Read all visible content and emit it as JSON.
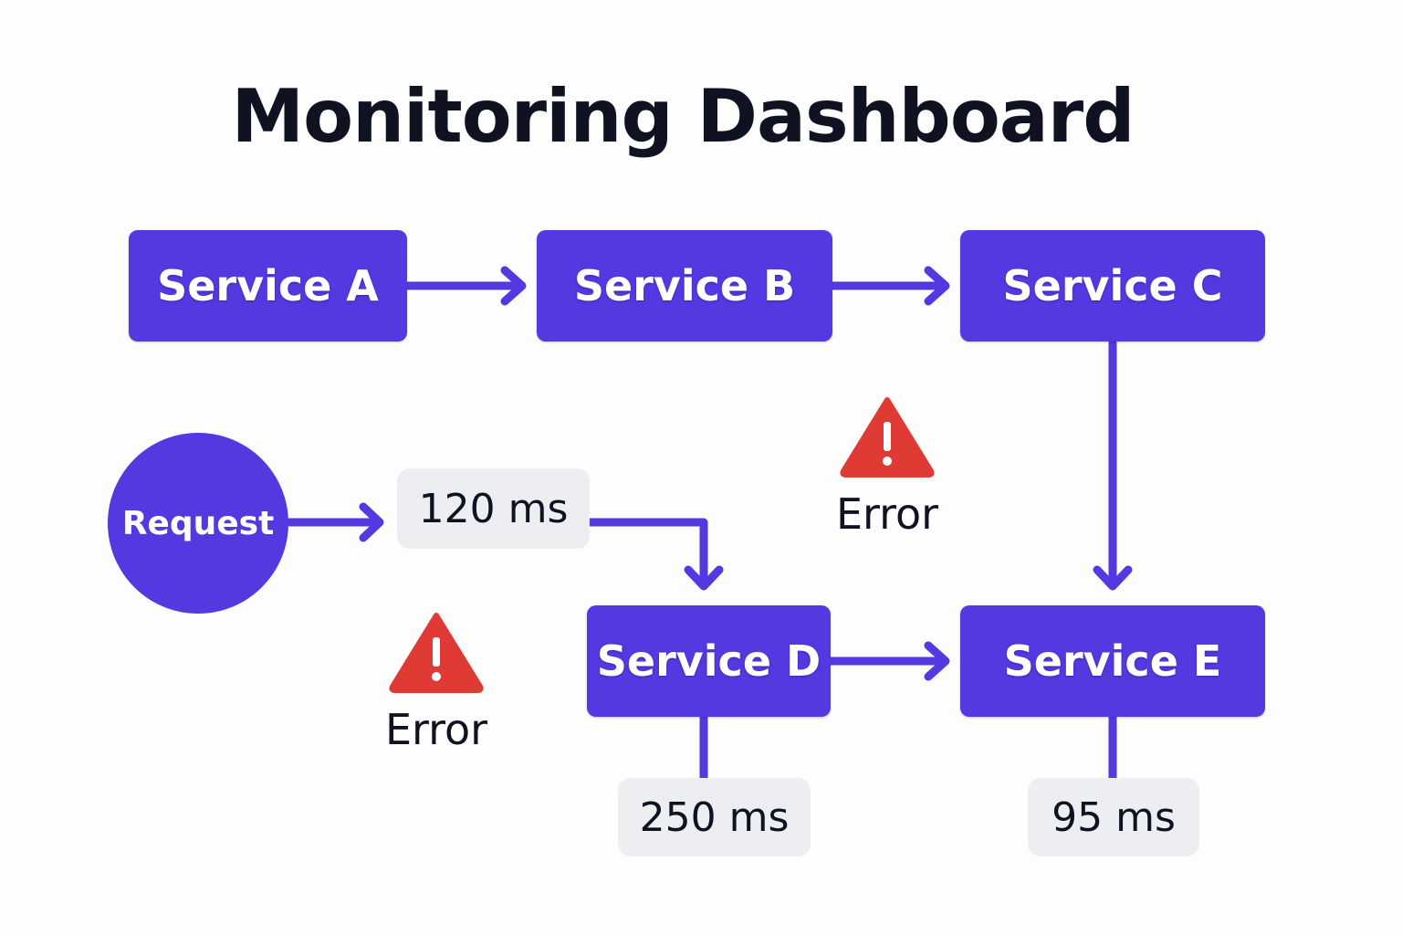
{
  "title": "Monitoring Dashboard",
  "request": {
    "label": "Request"
  },
  "services": {
    "a": "Service A",
    "b": "Service B",
    "c": "Service C",
    "d": "Service D",
    "e": "Service E"
  },
  "latencies": {
    "request_to_d": "120 ms",
    "service_d": "250 ms",
    "service_e": "95 ms"
  },
  "errors": {
    "left": "Error",
    "right": "Error"
  },
  "colors": {
    "service_fill": "#5438e0",
    "connector": "#5438e0",
    "latency_fill": "#eceef2",
    "warning": "#e03a35",
    "text_dark": "#0f1220"
  },
  "icons": {
    "warning": "warning-triangle-icon"
  }
}
